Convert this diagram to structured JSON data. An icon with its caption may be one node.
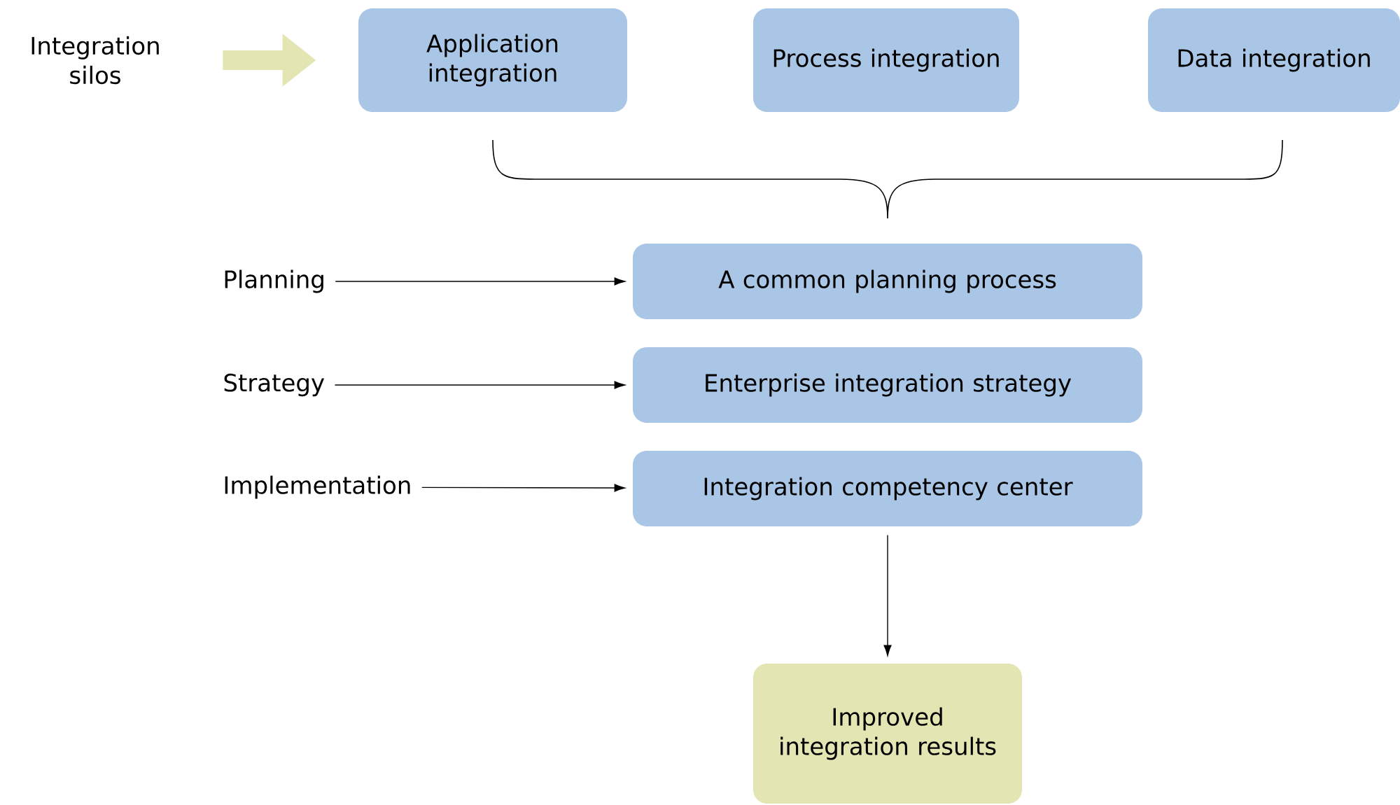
{
  "diagram": {
    "nodes": [
      {
        "text": [
          "Integration silos"
        ]
      },
      {
        "text": [
          "Application integration"
        ]
      },
      {
        "text": [
          "Process integration"
        ]
      },
      {
        "text": [
          "Data integration"
        ]
      },
      {
        "text": [
          "Planning"
        ]
      },
      {
        "text": [
          "A common planning process"
        ]
      },
      {
        "text": [
          "Strategy"
        ]
      },
      {
        "text": [
          "Enterprise integration strategy"
        ]
      },
      {
        "text": [
          "Implementation"
        ]
      },
      {
        "text": [
          "Integration competency center"
        ]
      },
      {
        "text": [
          "Improved integration results"
        ]
      }
    ],
    "edges": [
      {
        "from": 0,
        "to": 1,
        "arrow": "to",
        "style": "thick",
        "color": "#e3e5b3"
      },
      {
        "from": 4,
        "to": 5,
        "arrow": "to"
      },
      {
        "from": 6,
        "to": 7,
        "arrow": "to"
      },
      {
        "from": 8,
        "to": 9,
        "arrow": "to"
      },
      {
        "from": 9,
        "to": 10,
        "arrow": "to"
      }
    ]
  }
}
